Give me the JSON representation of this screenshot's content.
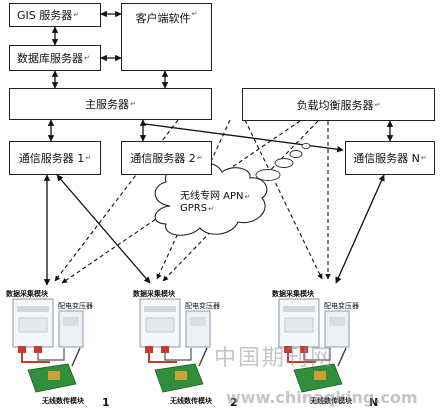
{
  "nodes": {
    "gis_server": "GIS 服务器",
    "client_software": "客户端软件",
    "db_server": "数据库服务器",
    "main_server": "主服务器",
    "load_balancer": "负载均衡服务器",
    "comm_server_1": "通信服务器 1",
    "comm_server_2": "通信服务器 2",
    "comm_server_n": "通信服务器 N"
  },
  "cloud": {
    "line1": "无线专网  APN",
    "line2": "GPRS"
  },
  "sites": [
    {
      "acq_module": "数据采集模块",
      "transformer": "配电变压器",
      "wireless_module": "无线数传模块",
      "index": "1"
    },
    {
      "acq_module": "数据采集模块",
      "transformer": "配电变压器",
      "wireless_module": "无线数传模块",
      "index": "2"
    },
    {
      "acq_module": "数据采集模块",
      "transformer": "配电变压器",
      "wireless_module": "无线数传模块",
      "index": "N"
    }
  ],
  "watermark": {
    "line1": "中国期刊网",
    "line2": "www.chinaqking.com"
  }
}
